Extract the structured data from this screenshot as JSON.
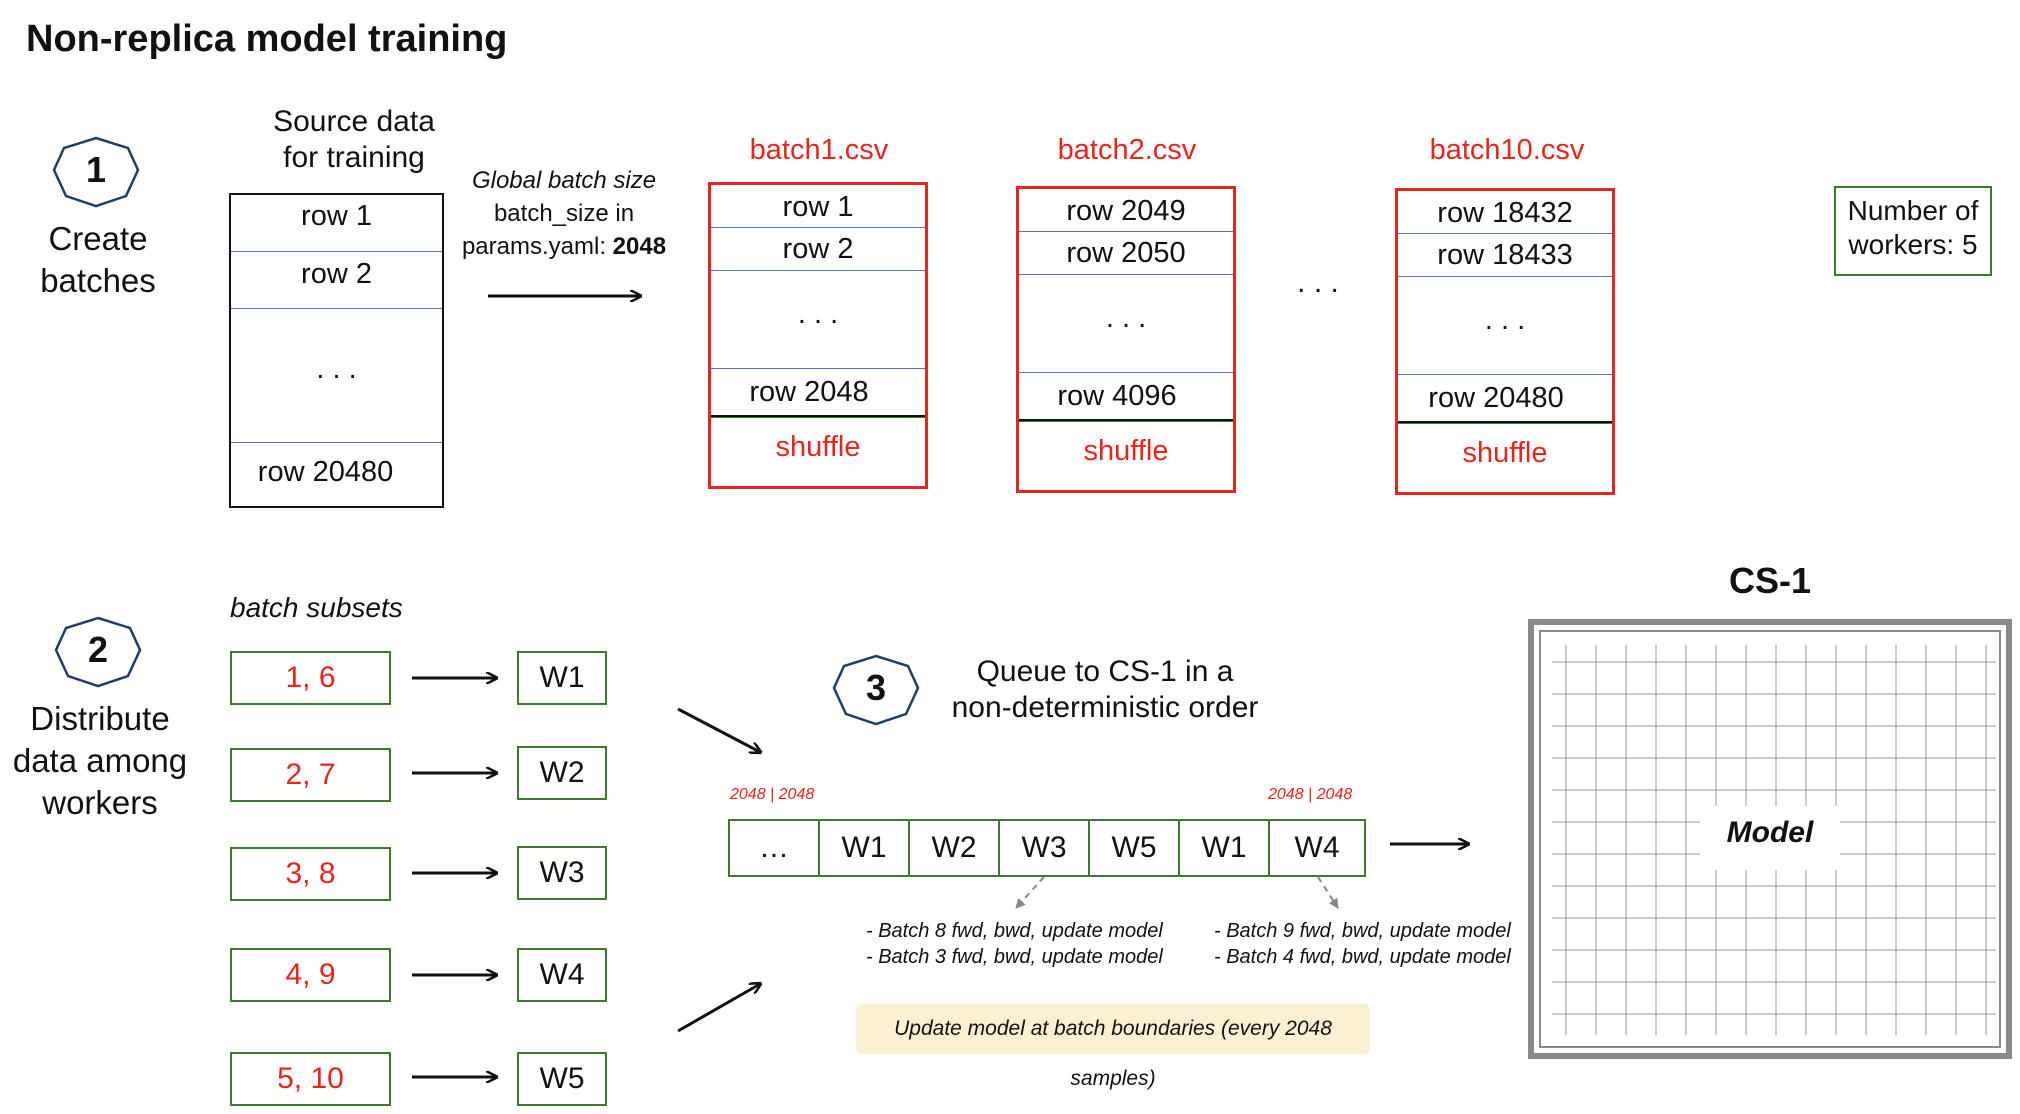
{
  "title": "Non-replica model training",
  "step1": {
    "number": "1",
    "label_line1": "Create",
    "label_line2": "batches"
  },
  "step2": {
    "number": "2",
    "label_line1": "Distribute",
    "label_line2": "data among",
    "label_line3": "workers"
  },
  "step3": {
    "number": "3",
    "label_line1": "Queue to CS-1 in a",
    "label_line2": "non-deterministic order"
  },
  "source": {
    "title_line1": "Source data",
    "title_line2": "for training",
    "rows": [
      "row 1",
      "row 2",
      ". . .",
      "row 20480"
    ]
  },
  "global_batch": {
    "heading": "Global batch size",
    "line2": "batch_size in",
    "line3_prefix": "params.yaml: ",
    "value": "2048"
  },
  "batches": [
    {
      "name": "batch1.csv",
      "rows": [
        "row 1",
        "row 2",
        ". . .",
        "row 2048"
      ],
      "footer": "shuffle"
    },
    {
      "name": "batch2.csv",
      "rows": [
        "row 2049",
        "row 2050",
        ". . .",
        "row 4096"
      ],
      "footer": "shuffle"
    },
    {
      "name": "batch10.csv",
      "rows": [
        "row 18432",
        "row 18433",
        ". . .",
        "row 20480"
      ],
      "footer": "shuffle"
    }
  ],
  "between_batches_ellipsis": ". . .",
  "num_workers_line1": "Number of",
  "num_workers_line2": "workers: 5",
  "subsets_label": "batch subsets",
  "subsets": [
    {
      "batches": "1, 6",
      "worker": "W1"
    },
    {
      "batches": "2, 7",
      "worker": "W2"
    },
    {
      "batches": "3, 8",
      "worker": "W3"
    },
    {
      "batches": "4, 9",
      "worker": "W4"
    },
    {
      "batches": "5, 10",
      "worker": "W5"
    }
  ],
  "queue": {
    "cells": [
      "…",
      "W1",
      "W2",
      "W3",
      "W5",
      "W1",
      "W4"
    ],
    "left_size_label": "2048 | 2048",
    "right_size_label": "2048 | 2048",
    "note_left_1": "- Batch 8 fwd, bwd, update model",
    "note_left_2": "- Batch 3 fwd, bwd, update model",
    "note_right_1": "- Batch 9 fwd, bwd, update model",
    "note_right_2": "- Batch 4 fwd, bwd, update model",
    "update_note": "Update model at batch boundaries (every 2048 samples)"
  },
  "cs1": {
    "title": "CS-1",
    "model_label": "Model"
  },
  "colors": {
    "accent_red": "#e8251b",
    "green": "#3f7a2d",
    "row_line": "#5a72b8",
    "note_bg": "#fcf0d2"
  }
}
